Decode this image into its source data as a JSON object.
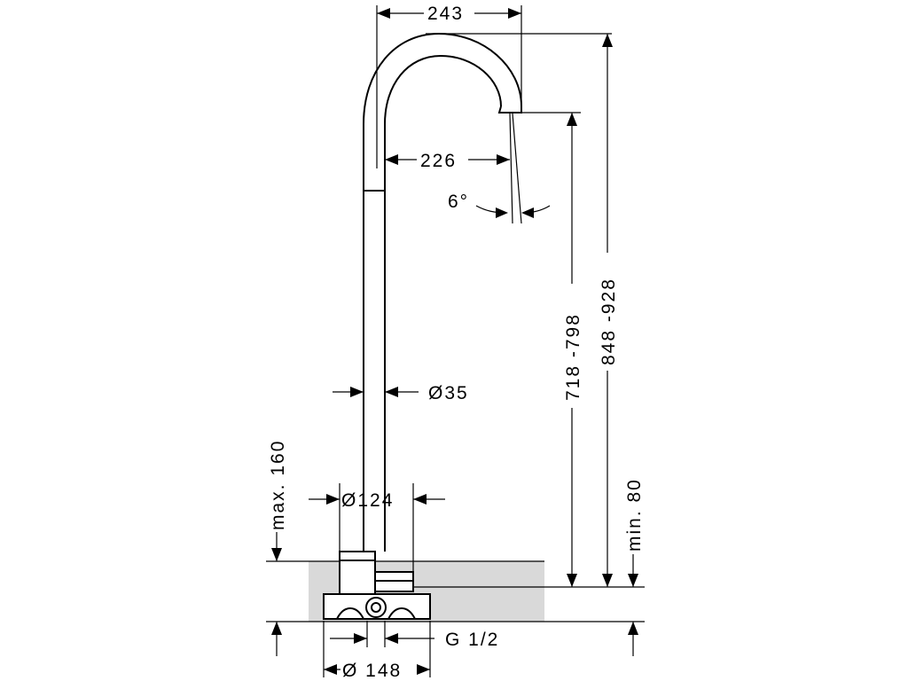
{
  "dimensions": {
    "outlet_reach": "243",
    "inner_reach": "226",
    "angle": "6°",
    "pipe_diameter": "Ø35",
    "base_diameter": "Ø124",
    "max_height": "max. 160",
    "spout_height": "718 -798",
    "total_height": "848 -928",
    "min_height": "min. 80",
    "thread": "G 1/2",
    "flange_diameter": "Ø 148"
  }
}
